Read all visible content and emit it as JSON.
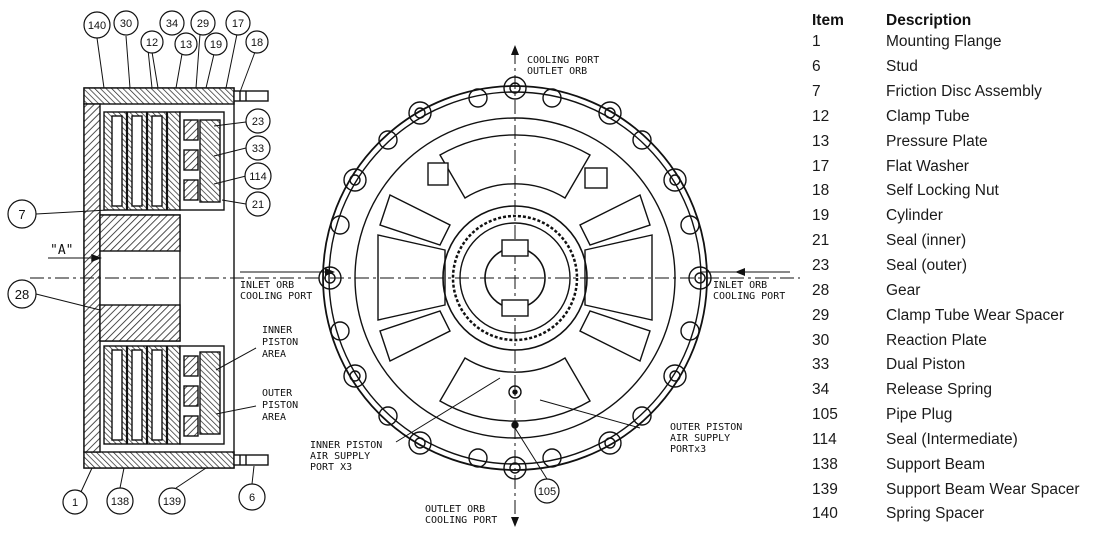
{
  "table": {
    "header": {
      "item": "Item",
      "description": "Description"
    },
    "rows": [
      {
        "item": "1",
        "description": "Mounting Flange"
      },
      {
        "item": "6",
        "description": "Stud"
      },
      {
        "item": "7",
        "description": "Friction Disc Assembly"
      },
      {
        "item": "12",
        "description": "Clamp Tube"
      },
      {
        "item": "13",
        "description": "Pressure Plate"
      },
      {
        "item": "17",
        "description": "Flat Washer"
      },
      {
        "item": "18",
        "description": "Self Locking Nut"
      },
      {
        "item": "19",
        "description": "Cylinder"
      },
      {
        "item": "21",
        "description": "Seal (inner)"
      },
      {
        "item": "23",
        "description": "Seal (outer)"
      },
      {
        "item": "28",
        "description": "Gear"
      },
      {
        "item": "29",
        "description": "Clamp Tube Wear Spacer"
      },
      {
        "item": "30",
        "description": "Reaction Plate"
      },
      {
        "item": "33",
        "description": "Dual Piston"
      },
      {
        "item": "34",
        "description": "Release Spring"
      },
      {
        "item": "105",
        "description": "Pipe Plug"
      },
      {
        "item": "114",
        "description": "Seal (Intermediate)"
      },
      {
        "item": "138",
        "description": "Support Beam"
      },
      {
        "item": "139",
        "description": "Support Beam Wear Spacer"
      },
      {
        "item": "140",
        "description": "Spring Spacer"
      }
    ]
  },
  "balloons": {
    "b140": "140",
    "b30": "30",
    "b34": "34",
    "b12": "12",
    "b13": "13",
    "b29": "29",
    "b19": "19",
    "b17": "17",
    "b18": "18",
    "b23": "23",
    "b33": "33",
    "b114": "114",
    "b21": "21",
    "b7": "7",
    "b28": "28",
    "b1": "1",
    "b138": "138",
    "b139": "139",
    "b6": "6",
    "b105": "105"
  },
  "annotations": {
    "dim_a": "\"A\"",
    "inner_piston": [
      "INNER",
      "PISTON",
      "AREA"
    ],
    "outer_piston": [
      "OUTER",
      "PISTON",
      "AREA"
    ],
    "cooling_outlet_top": [
      "COOLING PORT",
      "OUTLET ORB"
    ],
    "inlet_left": [
      "INLET ORB",
      "COOLING PORT"
    ],
    "inlet_right": [
      "INLET ORB",
      "COOLING PORT"
    ],
    "outlet_bottom": [
      "OUTLET ORB",
      "COOLING PORT"
    ],
    "inner_supply": [
      "INNER PISTON",
      "AIR SUPPLY",
      "PORT X3"
    ],
    "outer_supply": [
      "OUTER PISTON",
      "AIR SUPPLY",
      "PORTx3"
    ]
  }
}
